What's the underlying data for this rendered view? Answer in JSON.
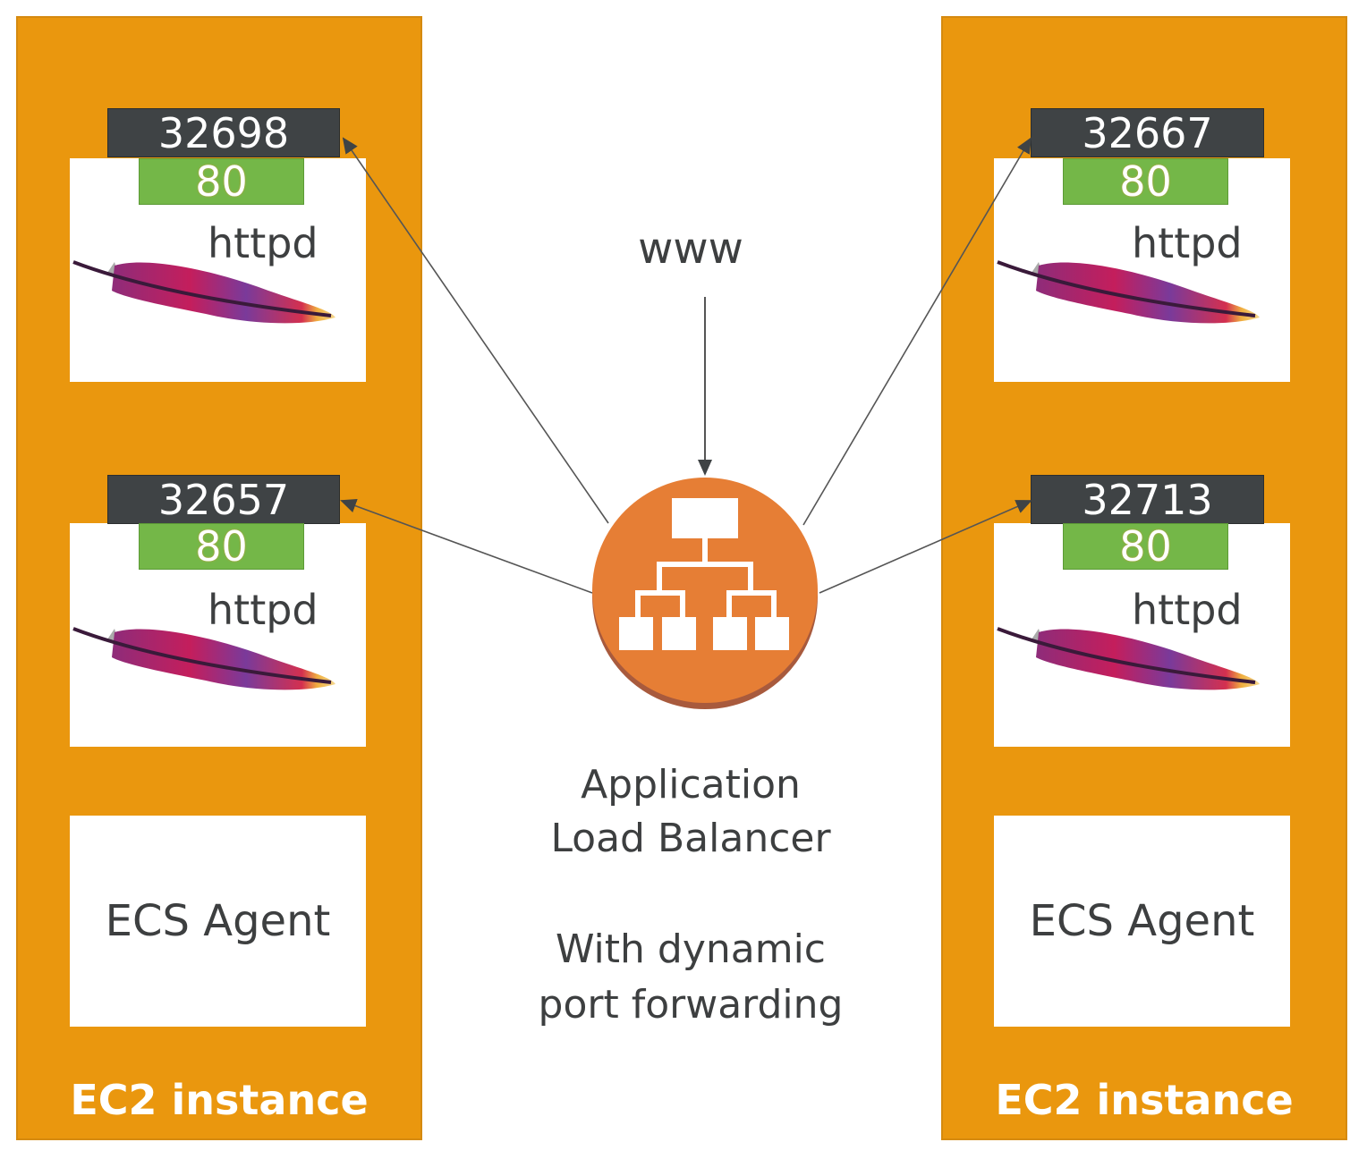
{
  "www_label": "www",
  "load_balancer": {
    "title_lines": [
      "Application",
      "Load Balancer"
    ],
    "note_lines": [
      "With dynamic",
      "port forwarding"
    ],
    "icon": "load-balancer-icon",
    "color": "#E67E35"
  },
  "instances": [
    {
      "label": "EC2 instance",
      "containers": [
        {
          "host_port": "32698",
          "container_port": "80",
          "name": "httpd",
          "icon": "apache-feather-icon"
        },
        {
          "host_port": "32657",
          "container_port": "80",
          "name": "httpd",
          "icon": "apache-feather-icon"
        }
      ],
      "agent": "ECS Agent"
    },
    {
      "label": "EC2 instance",
      "containers": [
        {
          "host_port": "32667",
          "container_port": "80",
          "name": "httpd",
          "icon": "apache-feather-icon"
        },
        {
          "host_port": "32713",
          "container_port": "80",
          "name": "httpd",
          "icon": "apache-feather-icon"
        }
      ],
      "agent": "ECS Agent"
    }
  ],
  "colors": {
    "instance": "#EA970E",
    "host_port": "#3F4345",
    "container_port": "#74B748"
  }
}
